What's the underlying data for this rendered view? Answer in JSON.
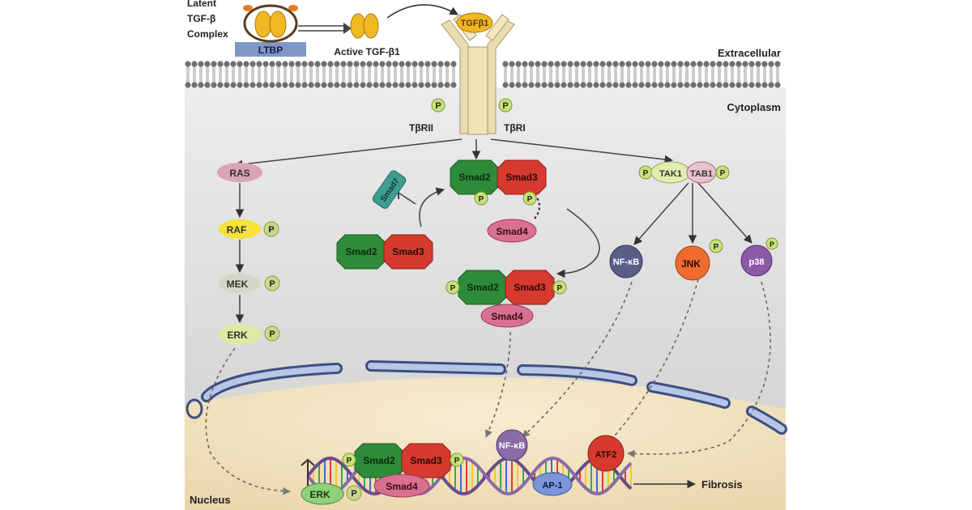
{
  "labels": {
    "latent": [
      "Latent",
      "TGF-β",
      "Complex"
    ],
    "ltbp": "LTBP",
    "active": "Active TGF-β1",
    "tgfb1": "TGFβ1",
    "extracellular": "Extracellular",
    "cytoplasm": "Cytoplasm",
    "nucleus": "Nucleus",
    "tbr2": "TβRII",
    "tbr1": "TβRI",
    "p": "P",
    "ras": "RAS",
    "raf": "RAF",
    "mek": "MEK",
    "erk": "ERK",
    "smad2": "Smad2",
    "smad3": "Smad3",
    "smad4": "Smad4",
    "smad7": "Smad7",
    "tak1": "TAK1",
    "tab1": "TAB1",
    "nfkb": "NF-κB",
    "jnk": "JNK",
    "p38": "p38",
    "atf2": "ATF2",
    "ap1": "AP-1",
    "fibrosis": "Fibrosis"
  },
  "colors": {
    "green": "#2e8b3a",
    "red": "#d63a2e",
    "pink": "#d9708f",
    "lime": "#d9e58a",
    "yellow": "#f4d23a",
    "grey": "#c9c9c9",
    "purple": "#8a5aa6",
    "orange": "#ee6b30",
    "navy": "#5a5f88",
    "blue": "#7a96d8",
    "teal": "#3d9e8f",
    "membrane": "#7d7d7d",
    "cytoplasm": "#e2e2e2",
    "nucleus": "#f3e4c4"
  }
}
